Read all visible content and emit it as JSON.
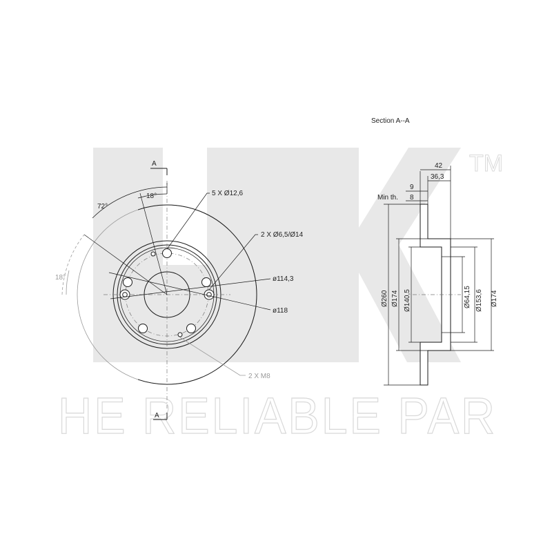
{
  "watermark": {
    "logo_letters": "NK",
    "trademark": "TM",
    "tagline": "HE RELIABLE PAR",
    "colors": {
      "logo": "#e8e8e8",
      "outline": "#d9d9d9"
    }
  },
  "front_view": {
    "section_marker_top": "A",
    "section_marker_bottom": "A",
    "angles": {
      "a1": "18°",
      "a2": "72°",
      "a3": "18°"
    },
    "callouts": {
      "bolt_holes": "5 X Ø12,6",
      "small_holes": "2 X Ø6,5/Ø14",
      "pcd": "ø114,3",
      "hub_diameter": "ø118",
      "threads": "2 X M8"
    }
  },
  "section_view": {
    "title": "Section A--A",
    "dimensions": {
      "total_height": "42",
      "hat_height": "36,3",
      "thickness": "9",
      "min_thickness_label": "Min th.",
      "min_thickness": "8",
      "d_outer": "Ø260",
      "d_friction_inner": "Ø174",
      "d_hat": "Ø140,5",
      "d_center_bore": "Ø64,15",
      "d_hat_inner": "Ø153,6",
      "d_right": "Ø174"
    }
  }
}
